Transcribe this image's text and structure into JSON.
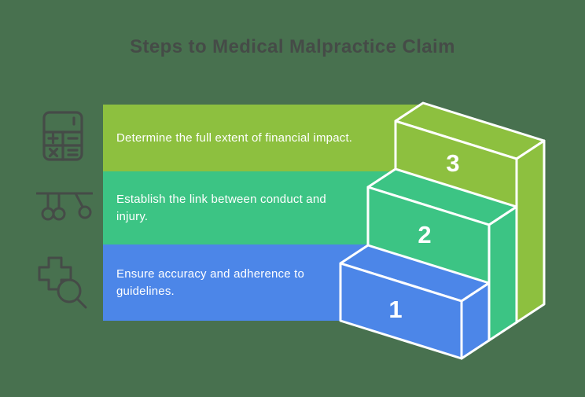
{
  "title": "Steps to Medical Malpractice Claim",
  "steps": [
    {
      "number": "1",
      "lines": [
        "Ensure accuracy and adherence to",
        "guidelines."
      ],
      "full_text": "Ensure accuracy and adherence to guidelines.",
      "color": "#4C86E8",
      "icon": "medical-cross-magnifier-icon"
    },
    {
      "number": "2",
      "lines": [
        "Establish the link between conduct and",
        "injury."
      ],
      "full_text": "Establish the link between conduct and injury.",
      "color": "#3CC484",
      "icon": "newtons-cradle-icon"
    },
    {
      "number": "3",
      "lines": [
        "Determine the full extent of financial impact."
      ],
      "full_text": "Determine the full extent of financial impact.",
      "color": "#8DC03F",
      "icon": "calculator-icon"
    }
  ],
  "colors": {
    "background": "#48714F",
    "ink": "#454B47",
    "outline": "#FFFFFF",
    "step1_blue": "#4C86E8",
    "step2_green": "#3CC484",
    "step3_olive": "#8DC03F",
    "text_on_bands": "#FFFFFF"
  }
}
